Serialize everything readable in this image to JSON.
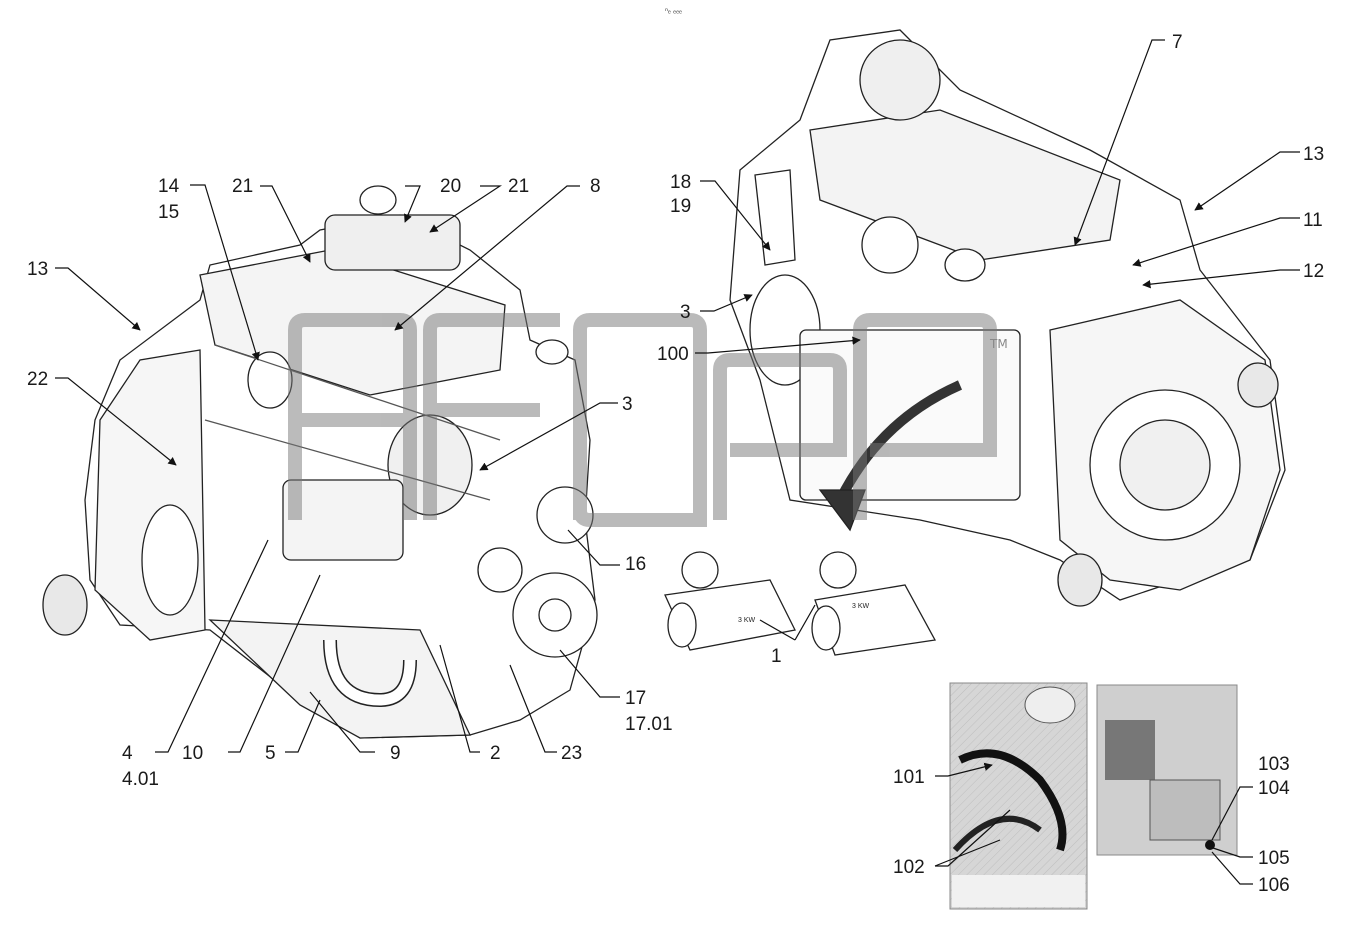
{
  "sheet_number": "ⁿₑ ₑₑₑ",
  "watermark": "afgp",
  "watermark_mark": "TM",
  "left_view_callouts": [
    {
      "id": "14",
      "text": "14"
    },
    {
      "id": "15",
      "text": "15"
    },
    {
      "id": "21a",
      "text": "21"
    },
    {
      "id": "20",
      "text": "20"
    },
    {
      "id": "21b",
      "text": "21"
    },
    {
      "id": "8",
      "text": "8"
    },
    {
      "id": "13l",
      "text": "13"
    },
    {
      "id": "22",
      "text": "22"
    },
    {
      "id": "3l",
      "text": "3"
    },
    {
      "id": "16",
      "text": "16"
    },
    {
      "id": "17",
      "text": "17"
    },
    {
      "id": "17.01",
      "text": "17.01"
    },
    {
      "id": "4",
      "text": "4"
    },
    {
      "id": "4.01",
      "text": "4.01"
    },
    {
      "id": "10",
      "text": "10"
    },
    {
      "id": "5",
      "text": "5"
    },
    {
      "id": "9",
      "text": "9"
    },
    {
      "id": "2",
      "text": "2"
    },
    {
      "id": "23",
      "text": "23"
    }
  ],
  "right_view_callouts": [
    {
      "id": "7",
      "text": "7"
    },
    {
      "id": "13r",
      "text": "13"
    },
    {
      "id": "18",
      "text": "18"
    },
    {
      "id": "19",
      "text": "19"
    },
    {
      "id": "11",
      "text": "11"
    },
    {
      "id": "12",
      "text": "12"
    },
    {
      "id": "3r",
      "text": "3"
    },
    {
      "id": "100",
      "text": "100"
    },
    {
      "id": "1",
      "text": "1"
    }
  ],
  "detail_callouts": [
    {
      "id": "101",
      "text": "101"
    },
    {
      "id": "102",
      "text": "102"
    },
    {
      "id": "103",
      "text": "103"
    },
    {
      "id": "104",
      "text": "104"
    },
    {
      "id": "105",
      "text": "105"
    },
    {
      "id": "106",
      "text": "106"
    }
  ],
  "starter_labels": [
    "3 KW",
    "3 KW"
  ]
}
